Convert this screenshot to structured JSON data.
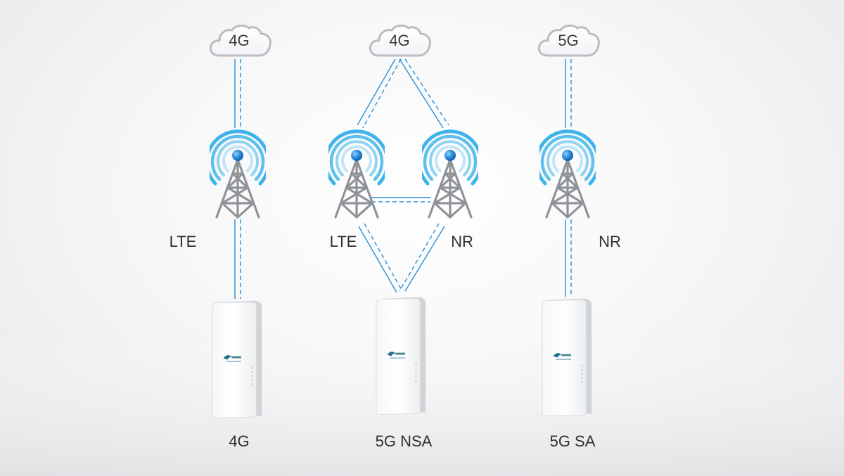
{
  "colors": {
    "link_line": "#2a8fd6",
    "cloud_stroke": "#b9bcc1",
    "tower_steel": "#8f9398",
    "tower_beacon": "#1c7fd8",
    "signal_wave": "#3fb3ea"
  },
  "icons": {
    "cloud": "cloud-icon",
    "tower": "cell-tower-icon",
    "cpe": "outdoor-cpe-device"
  },
  "columns": [
    {
      "id": "4g",
      "cloud_label": "4G",
      "tower_labels": [
        "LTE"
      ],
      "device_label": "4G"
    },
    {
      "id": "5g-nsa",
      "cloud_label": "4G",
      "tower_labels": [
        "LTE",
        "NR"
      ],
      "device_label": "5G NSA"
    },
    {
      "id": "5g-sa",
      "cloud_label": "5G",
      "tower_labels": [
        "NR"
      ],
      "device_label": "5G SA"
    }
  ]
}
